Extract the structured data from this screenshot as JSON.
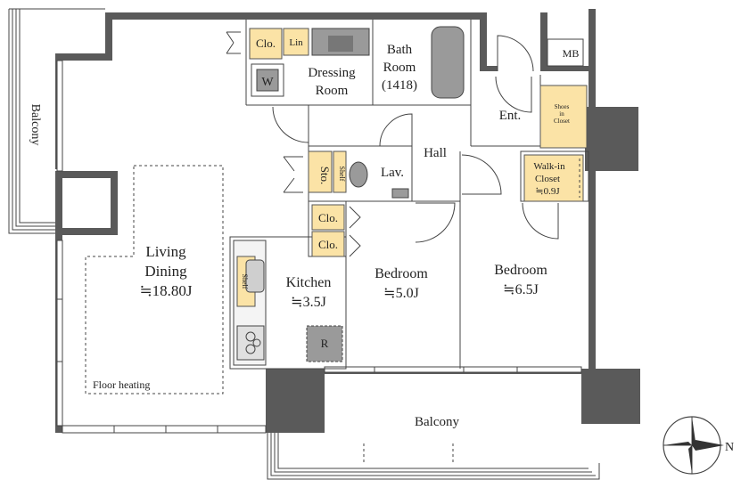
{
  "rooms": {
    "living": {
      "name1": "Living",
      "name2": "Dining",
      "area": "≒18.80J"
    },
    "kitchen": {
      "name": "Kitchen",
      "area": "≒3.5J"
    },
    "bedroom1": {
      "name": "Bedroom",
      "area": "≒5.0J"
    },
    "bedroom2": {
      "name": "Bedroom",
      "area": "≒6.5J"
    },
    "dressing": {
      "name1": "Dressing",
      "name2": "Room"
    },
    "bath": {
      "name1": "Bath",
      "name2": "Room",
      "size": "(1418)"
    },
    "hall": "Hall",
    "entrance": "Ent.",
    "lavatory": "Lav.",
    "walkin": {
      "name1": "Walk-in",
      "name2": "Closet",
      "area": "≒0.9J"
    }
  },
  "labels": {
    "floor_heating": "Floor heating",
    "balcony_left": "Balcony",
    "balcony_bottom": "Balcony",
    "mb": "MB",
    "closet": "Clo.",
    "linen": "Lin",
    "washer": "W",
    "storage": "Sto.",
    "shelf": "Shelf",
    "shoes1": "Shoes",
    "shoes2": "in",
    "shoes3": "Closet",
    "refrigerator": "R",
    "compass_n": "N"
  }
}
